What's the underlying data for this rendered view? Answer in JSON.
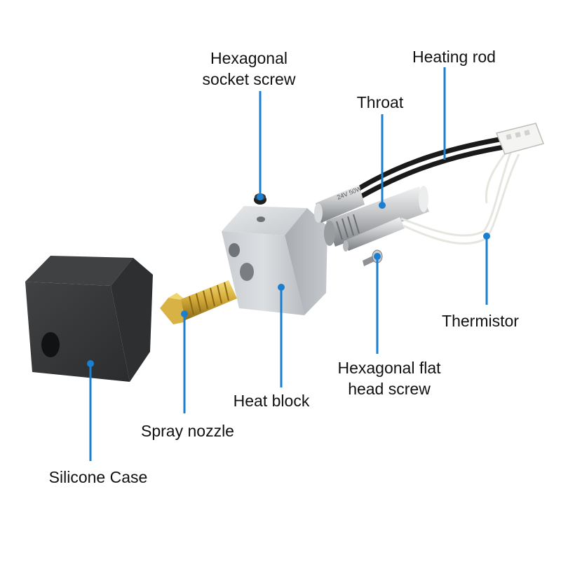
{
  "diagram": {
    "accent_color": "#1a7fd0",
    "labels": {
      "hex_socket_screw": "Hexagonal\nsocket screw",
      "heating_rod": "Heating rod",
      "throat": "Throat",
      "thermistor": "Thermistor",
      "hex_flat_head_screw": "Hexagonal flat\nhead screw",
      "heat_block": "Heat block",
      "spray_nozzle": "Spray nozzle",
      "silicone_case": "Silicone Case"
    },
    "parts": [
      "silicone-case",
      "spray-nozzle",
      "heat-block",
      "hexagonal-socket-screw",
      "heating-rod",
      "throat",
      "hexagonal-flat-head-screw",
      "thermistor"
    ]
  }
}
